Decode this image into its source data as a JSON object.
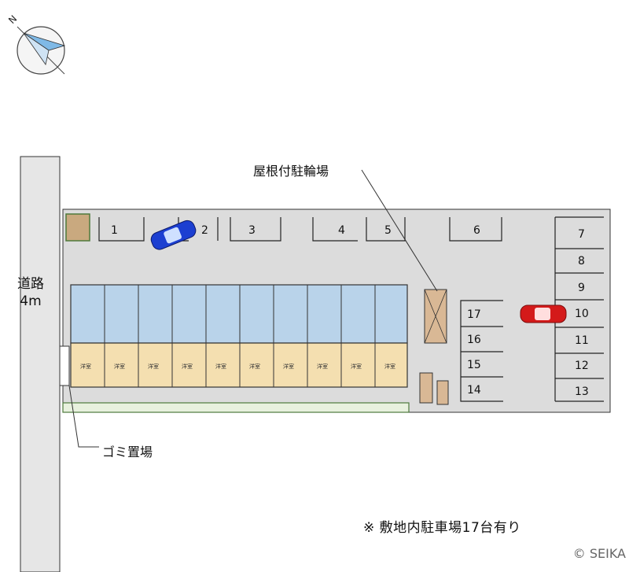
{
  "map": {
    "road_label_line1": "道路",
    "road_label_line2": "4m",
    "bicycle_parking_label": "屋根付駐輪場",
    "garbage_area_label": "ゴミ置場",
    "note": "※ 敷地内駐車場17台有り",
    "copyright": "© SEIKA",
    "north_label": "N"
  },
  "parking_top": [
    "1",
    "2",
    "3",
    "4",
    "5",
    "6"
  ],
  "parking_right": [
    "7",
    "8",
    "9",
    "10",
    "11",
    "12",
    "13"
  ],
  "parking_center": [
    "17",
    "16",
    "15",
    "14"
  ],
  "units": [
    "洋室",
    "洋室",
    "洋室",
    "洋室",
    "洋室",
    "洋室",
    "洋室",
    "洋室",
    "洋室",
    "洋室"
  ],
  "colors": {
    "road": "#e6e6e6",
    "lot": "#dcdcdc",
    "building_upper": "#b9d3ea",
    "building_lower": "#f4dfb0",
    "bicycle": "#d9b895",
    "car_blue": "#1c3fd1",
    "car_red": "#d41a1a"
  }
}
